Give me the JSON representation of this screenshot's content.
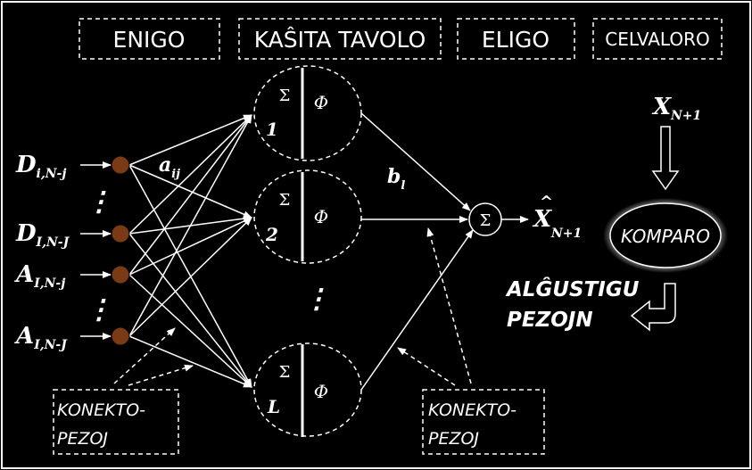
{
  "headers": {
    "input_layer": "ENIGO",
    "hidden_layer": "KAŜITA TAVOLO",
    "output_layer": "ELIGO",
    "target": "CELVALORO"
  },
  "inputs": [
    {
      "base": "D",
      "sub": "i,N-j"
    },
    {
      "base": "D",
      "sub": "I,N-J"
    },
    {
      "base": "A",
      "sub": "I,N-j"
    },
    {
      "base": "A",
      "sub": "I,N-J"
    }
  ],
  "weight_input": {
    "base": "a",
    "sub": "ij"
  },
  "weight_output": {
    "base": "b",
    "sub": "l"
  },
  "neurons": [
    {
      "index": "1",
      "sum": "Σ",
      "act": "Φ"
    },
    {
      "index": "2",
      "sum": "Σ",
      "act": "Φ"
    },
    {
      "index": "L",
      "sum": "Σ",
      "act": "Φ"
    }
  ],
  "output_node": {
    "symbol": "Σ"
  },
  "output_label": {
    "base": "X",
    "hat": "^",
    "sub": "N+1"
  },
  "target_label": {
    "base": "X",
    "sub": "N+1"
  },
  "comparator": {
    "label": "KOMPARO"
  },
  "adjust_label": {
    "line1": "ALĜUSTIGU",
    "line2": "PEZOJN"
  },
  "connections_left": {
    "line1": "KONEKTO-",
    "line2": "PEZOJ"
  },
  "connections_right": {
    "line1": "KONEKTO-",
    "line2": "PEZOJ"
  },
  "ellipsis": "⋮"
}
